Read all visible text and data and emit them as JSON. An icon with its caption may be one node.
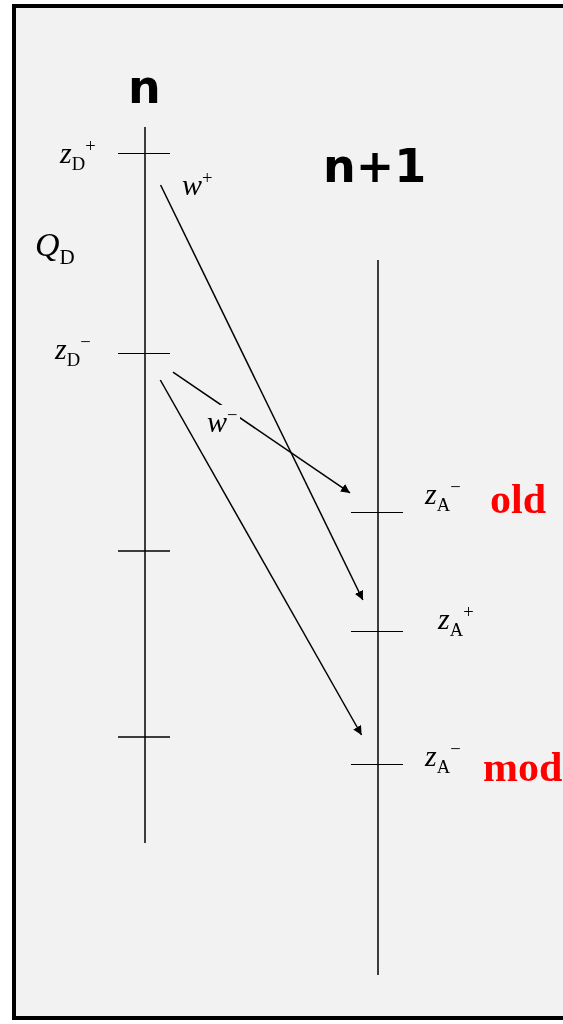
{
  "diagram": {
    "nodes": [
      {
        "text": [
          "*z*$_{D}$$^{+}$"
        ]
      },
      {
        "text": [
          "*z*$_{D}$$^{−}$"
        ]
      },
      {
        "text": [
          "*z*$_{A}$$^{−}$"
        ],
        "beside": [
          "old"
        ]
      },
      {
        "text": [
          "*z*$_{A}$$^{+}$"
        ]
      },
      {
        "text": [
          "*z*$_{A}$$^{−}$"
        ],
        "beside": [
          "mod"
        ]
      }
    ],
    "edges": [
      {
        "from": 0,
        "to": 3,
        "arrow": "to",
        "label": "*w*$^{+}$"
      },
      {
        "from": 1,
        "to": 2,
        "arrow": "to"
      },
      {
        "from": 1,
        "to": 4,
        "arrow": "to",
        "label": "*w*$^{−}$"
      }
    ],
    "labels": [
      "n",
      "n+1",
      "*Q*$_{D}$"
    ]
  }
}
